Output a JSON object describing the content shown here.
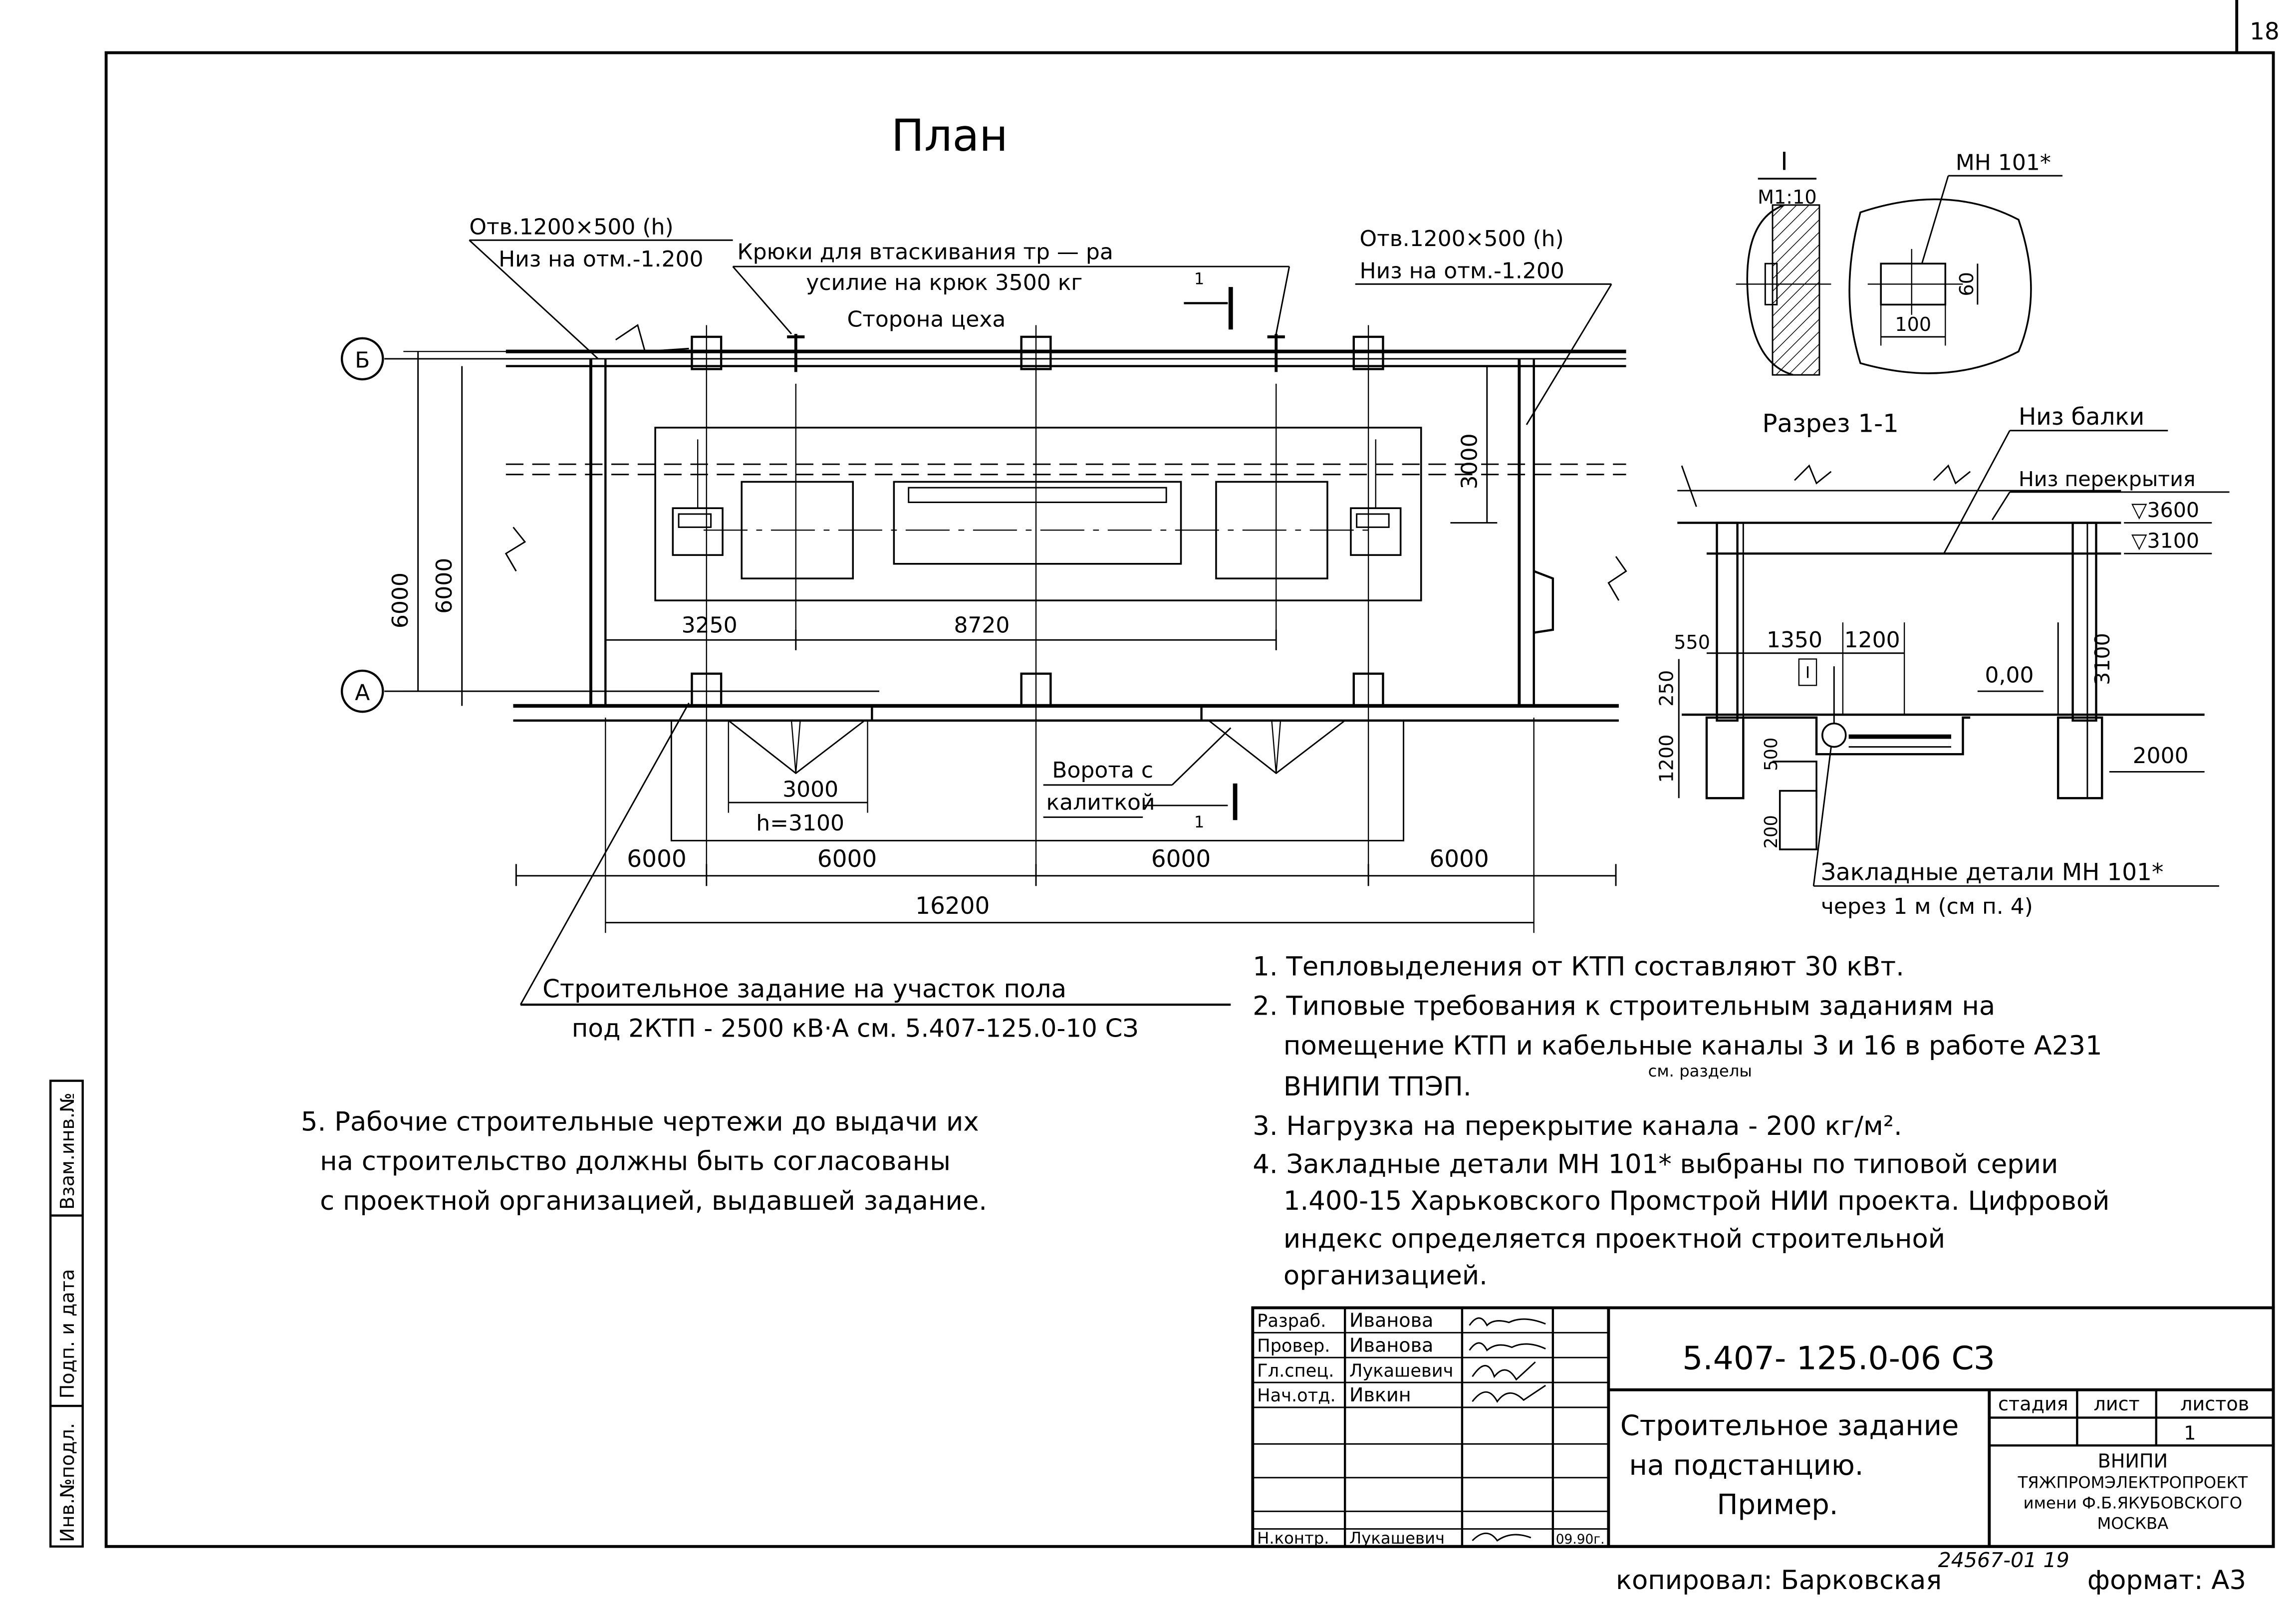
{
  "sheet_number": "18",
  "plan": {
    "title": "План",
    "opening_left": "Отв.1200×500 (h)",
    "opening_left_level": "Низ на отм.-1.200",
    "opening_right": "Отв.1200×500 (h)",
    "opening_right_level": "Низ на отм.-1.200",
    "hooks_label": "Крюки для втаскивания тр — ра",
    "hooks_force": "усилие на крюк 3500 кг",
    "shop_side": "Сторона цеха",
    "section_mark": "1",
    "axis_b": "Б",
    "axis_a": "А",
    "dim_6000_outer": "6000",
    "dim_6000_inner": "6000",
    "dim_3000_vertical": "3000",
    "dim_3250": "3250",
    "dim_8720": "8720",
    "dim_3000_door": "3000",
    "dim_h3100": "h=3100",
    "gate_label_1": "Ворота с",
    "gate_label_2": "калиткой",
    "bay_dims": [
      "6000",
      "6000",
      "6000",
      "6000"
    ],
    "total_dim": "16200"
  },
  "detail_I": {
    "mark": "I",
    "scale": "М1:10",
    "part": "МН 101*",
    "dim_60": "60",
    "dim_100": "100"
  },
  "section_1_1": {
    "title": "Разрез 1-1",
    "beam_bottom": "Низ балки",
    "slab_bottom": "Низ перекрытия",
    "level_3600": "▽3600",
    "level_3100": "▽3100",
    "dim_550": "550",
    "dim_1350": "1350",
    "dim_1200_top": "1200",
    "dim_250": "250",
    "dim_1200_left": "1200",
    "dim_500": "500",
    "dim_200": "200",
    "dim_3100": "3100",
    "level_000": "0,00",
    "dim_2000": "2000",
    "detail_mark": "I",
    "embedded_1": "Закладные детали МН 101*",
    "embedded_2": "через 1 м (см п. 4)"
  },
  "floor_task": {
    "line1": "Строительное задание на участок пола",
    "line2": "под 2КТП - 2500 кВ·А см. 5.407-125.0-10 СЗ"
  },
  "notes": [
    "1. Тепловыделения от КТП составляют 30 кВт.",
    "2. Типовые требования к строительным заданиям на",
    "помещение КТП и кабельные каналы 3 и 16 в работе А231",
    "см. разделы",
    "ВНИПИ ТПЭП.",
    "3. Нагрузка на перекрытие канала - 200 кг/м².",
    "4. Закладные детали МН 101* выбраны по типовой серии",
    "1.400-15 Харьковского Промстрой НИИ проекта. Цифровой",
    "индекс определяется проектной строительной",
    "организацией."
  ],
  "note5": [
    "5. Рабочие строительные чертежи до выдачи их",
    "на строительство должны быть согласованы",
    "с проектной организацией, выдавшей задание."
  ],
  "side_stamp": [
    "Инв.№подл.",
    "Подп. и дата",
    "Взам.инв.№"
  ],
  "title_block": {
    "roles": [
      "Разраб.",
      "Провер.",
      "Гл.спец.",
      "Нач.отд."
    ],
    "names": [
      "Иванова",
      "Иванова",
      "Лукашевич",
      "Ивкин"
    ],
    "control_role": "Н.контр.",
    "control_name": "Лукашевич",
    "control_date": "09.90г.",
    "code": "5.407- 125.0-06 СЗ",
    "desc_1": "Строительное задание",
    "desc_2": "на подстанцию.",
    "desc_3": "Пример.",
    "stage_label": "стадия",
    "sheet_label": "лист",
    "sheets_label": "листов",
    "sheets_value": "1",
    "org_1": "ВНИПИ",
    "org_2": "ТЯЖПРОМЭЛЕКТРОПРОЕКТ",
    "org_3": "имени Ф.Б.ЯКУБОВСКОГО",
    "org_4": "МОСКВА"
  },
  "footer": {
    "copied": "копировал: Барковская",
    "number": "24567-01 19",
    "format": "формат: А3"
  }
}
